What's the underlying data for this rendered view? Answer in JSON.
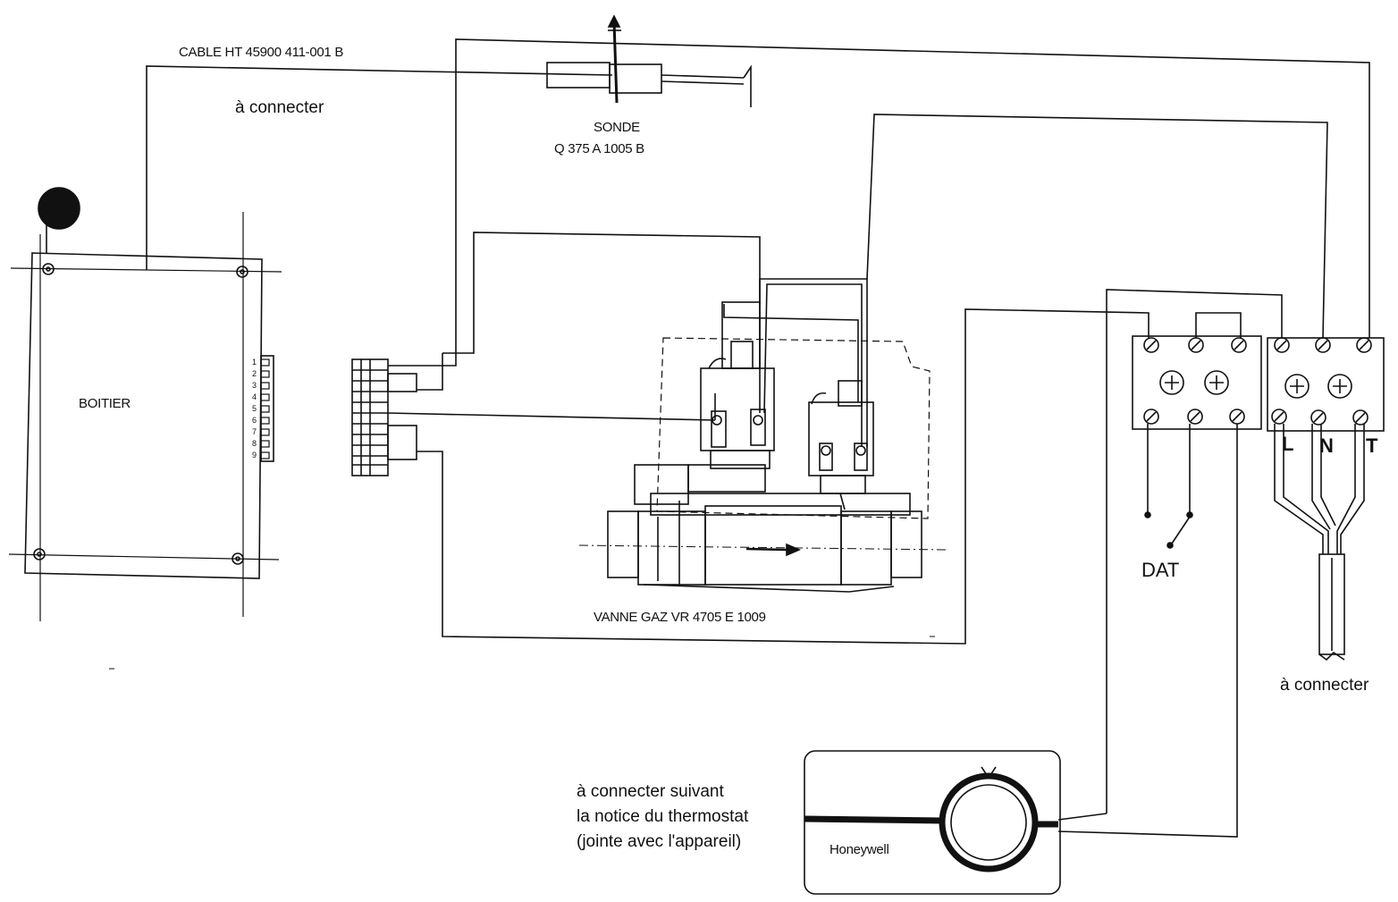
{
  "labels": {
    "cable": "CABLE HT 45900  411-001 B",
    "connect_top": "à connecter",
    "probe_name": "SONDE",
    "probe_ref": "Q 375 A 1005 B",
    "box": "BOITIER",
    "valve": "VANNE GAZ VR 4705 E 1009",
    "dat": "DAT",
    "terminal_l": "L",
    "terminal_n": "N",
    "terminal_t": "T",
    "connect_right": "à connecter",
    "thermostat_note_1": "à connecter suivant",
    "thermostat_note_2": "la notice du thermostat",
    "thermostat_note_3": "(jointe avec l'appareil)",
    "thermostat_brand": "Honeywell"
  },
  "box_terminals": [
    "1",
    "2",
    "3",
    "4",
    "5",
    "6",
    "7",
    "8",
    "9"
  ]
}
